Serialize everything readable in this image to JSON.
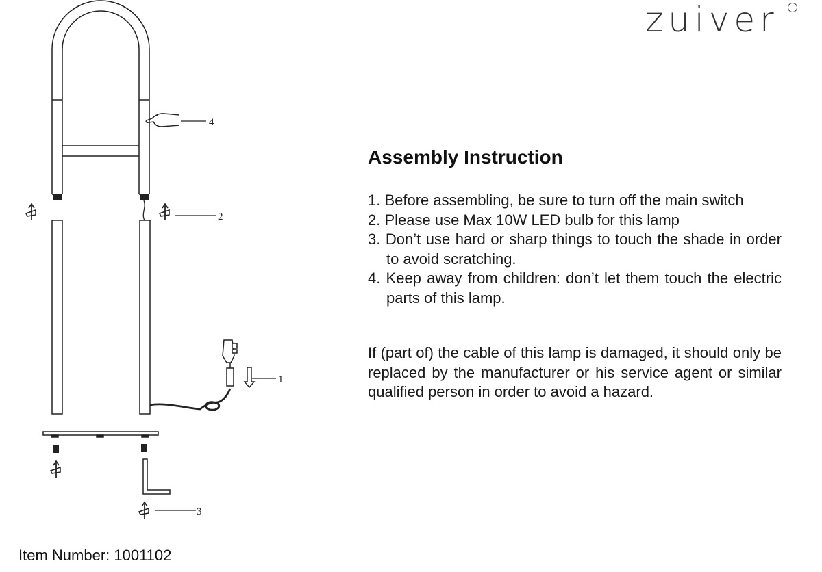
{
  "brand": {
    "name": "zuiver",
    "colors": {
      "ink": "#1a1a1a"
    }
  },
  "instructions": {
    "title": "Assembly Instruction",
    "steps": [
      "1. Before assembling, be sure to turn off the main switch",
      "2. Please use Max 10W LED bulb for this lamp",
      "3. Don’t use hard or sharp things to touch the shade in order to avoid scratching.",
      "4. Keep away from children: don’t let them touch the electric parts of this lamp."
    ],
    "note": "If (part of) the cable of this lamp is damaged, it should only be replaced by the manufacturer or his service agent or similar qualified person in order to avoid a hazard."
  },
  "item": {
    "label": "Item Number:  1001102"
  },
  "diagram": {
    "callouts": [
      "1",
      "2",
      "3",
      "4"
    ],
    "icons": [
      "rotate-arrow-icon",
      "hand-touch-icon",
      "power-adapter-icon",
      "down-arrow-icon"
    ]
  }
}
